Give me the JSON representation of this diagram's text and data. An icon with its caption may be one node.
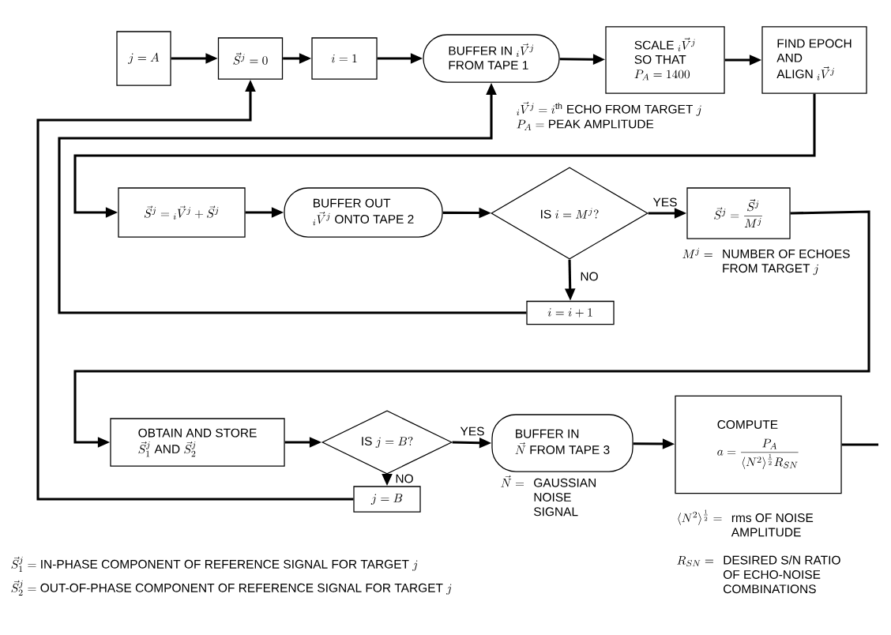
{
  "diagram": {
    "nodes": [
      {
        "text": [
          "j = A"
        ]
      },
      {
        "text": [
          "\\vec{S}^{j} = 0"
        ]
      },
      {
        "text": [
          "i = 1"
        ]
      },
      {
        "text": [
          "\\begin{array}{l}\\text{BUFFER IN } {}_{i}\\vec{V}^{j}\\\\ \\text{FROM TAPE 1}\\end{array}"
        ]
      },
      {
        "text": [
          "\\begin{array}{l}\\text{SCALE } {}_{i}\\vec{V}^{j}\\\\ \\text{SO THAT}\\\\ P_{A} = 1400\\end{array}"
        ]
      },
      {
        "text": [
          "\\begin{array}{l}\\text{FIND EPOCH}\\\\ \\text{AND}\\\\ \\text{ALIGN } {}_{i}\\vec{V}^{j}\\end{array}"
        ]
      },
      {
        "text": [
          "\\vec{S}^{j} = {}_{i}\\vec{V}^{j} + \\vec{S}^{j}"
        ]
      },
      {
        "text": [
          "\\begin{array}{l}\\text{BUFFER OUT}\\\\ {}_{i}\\vec{V}^{j}\\text{ ONTO TAPE 2}\\end{array}"
        ]
      },
      {
        "text": [
          "\\text{IS } i = M^{j}?"
        ]
      },
      {
        "text": [
          "\\vec{S}^{j} = \\dfrac{\\vec{S}^{j}}{M^{j}}"
        ]
      },
      {
        "text": [
          "i = i + 1"
        ]
      },
      {
        "text": [
          "\\begin{array}{l}\\text{OBTAIN AND STORE}\\\\ \\vec{S}^{j}_{1}\\text{ AND }\\vec{S}^{j}_{2}\\end{array}"
        ]
      },
      {
        "text": [
          "\\text{IS } j = B?"
        ]
      },
      {
        "text": [
          "\\begin{array}{l}\\text{BUFFER IN}\\\\ \\vec{N}\\text{ FROM TAPE 3}\\end{array}"
        ],
        "beside": [
          "\\vec{N} = \\begin{array}[t]{l}\\text{GAUSSIAN}\\\\ \\text{NOISE}\\\\ \\text{SIGNAL}\\end{array}"
        ]
      },
      {
        "text": [
          "COMPUTE",
          "a = \\dfrac{P_{A}}{\\langle N^{2}\\rangle^{\\frac{1}{2}} R_{SN}}"
        ]
      },
      {
        "text": [
          "j = B"
        ]
      }
    ],
    "edges": [
      {
        "from": 0,
        "to": 1,
        "arrow": "to"
      },
      {
        "from": 1,
        "to": 2,
        "arrow": "to"
      },
      {
        "from": 2,
        "to": 3,
        "arrow": "to"
      },
      {
        "from": 3,
        "to": 4,
        "arrow": "to"
      },
      {
        "from": 4,
        "to": 5,
        "arrow": "to"
      },
      {
        "from": 5,
        "to": 6,
        "arrow": "to"
      },
      {
        "from": 6,
        "to": 7,
        "arrow": "to"
      },
      {
        "from": 7,
        "to": 8,
        "arrow": "to"
      },
      {
        "from": 8,
        "to": 9,
        "arrow": "to",
        "label": "YES"
      },
      {
        "from": 8,
        "to": 10,
        "arrow": "to",
        "label": "NO"
      },
      {
        "from": 10,
        "to": 3,
        "arrow": "to"
      },
      {
        "from": 9,
        "to": 11,
        "arrow": "to"
      },
      {
        "from": 11,
        "to": 12,
        "arrow": "to"
      },
      {
        "from": 12,
        "to": 13,
        "arrow": "to",
        "label": "YES"
      },
      {
        "from": 12,
        "to": 15,
        "arrow": "to",
        "label": "NO"
      },
      {
        "from": 13,
        "to": 14,
        "arrow": "to"
      },
      {
        "from": 15,
        "to": 1,
        "arrow": "to"
      },
      {
        "from": 14,
        "to": null,
        "arrow": "none"
      }
    ],
    "labels": [
      "{}_{i}\\vec{V}^{j} = i^{\\text{th}}\\text{ ECHO FROM TARGET } j",
      "P_{A} = \\text{PEAK AMPLITUDE}",
      "M^{j} = \\begin{array}[t]{l}\\text{NUMBER OF ECHOES}\\\\ \\text{FROM TARGET } j\\end{array}",
      "\\langle N^{2}\\rangle^{\\frac{1}{2}} = \\begin{array}[t]{l}\\text{rms OF NOISE}\\\\ \\text{AMPLITUDE}\\end{array}",
      "R_{SN} = \\begin{array}[t]{l}\\text{DESIRED S/N RATIO}\\\\ \\text{OF ECHO-NOISE}\\\\ \\text{COMBINATIONS}\\end{array}",
      "\\vec{S}^{j}_{1} = \\text{IN-PHASE COMPONENT OF REFERENCE SIGNAL FOR TARGET } j",
      "\\vec{S}^{j}_{2} = \\text{OUT-OF-PHASE COMPONENT OF REFERENCE SIGNAL FOR TARGET } j"
    ]
  }
}
